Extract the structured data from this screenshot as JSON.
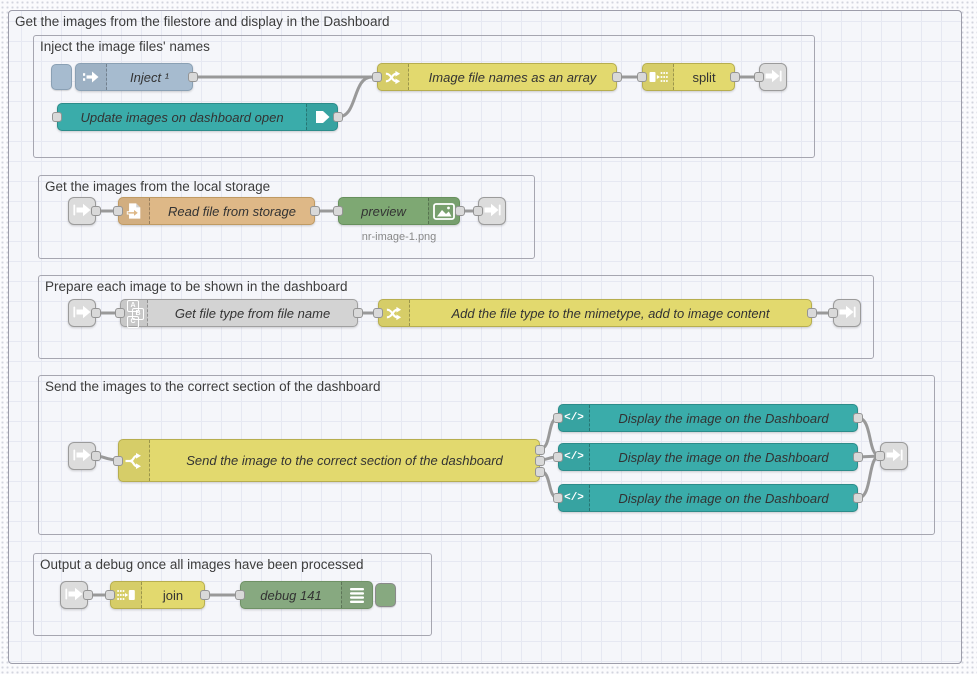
{
  "workspace": {
    "outer_group_label": "Get the images from the filestore and display in the Dashboard",
    "groups": {
      "inject_group": {
        "label": "Inject the image files' names"
      },
      "storage_group": {
        "label": "Get the images from the local storage"
      },
      "prepare_group": {
        "label": "Prepare each image to be shown in the dashboard"
      },
      "send_group": {
        "label": "Send the images to the correct section of the dashboard"
      },
      "debug_group": {
        "label": "Output a debug once all images have been processed"
      }
    },
    "nodes": {
      "inject": {
        "label": "Inject ¹"
      },
      "update_on_open": {
        "label": "Update images on dashboard open"
      },
      "filenames_fn": {
        "label": "Image file names as an array"
      },
      "split": {
        "label": "split"
      },
      "read_file": {
        "label": "Read file from storage"
      },
      "preview": {
        "label": "preview",
        "status": "nr-image-1.png"
      },
      "get_file_type": {
        "label": "Get file type from file name"
      },
      "add_mimetype": {
        "label": "Add the file type to the mimetype, add to image content"
      },
      "switch": {
        "label": "Send the image to the correct section of the dashboard"
      },
      "display": {
        "label": "Display the image on the Dashboard"
      },
      "join": {
        "label": "join"
      },
      "debug": {
        "label": "debug 141"
      }
    },
    "icons": {
      "template_glyph": "</>",
      "abc": [
        "A",
        "B",
        "C"
      ]
    },
    "colors": {
      "inject_blue": "#a6bbcf",
      "dashboard_teal": "#3aacaa",
      "function_yellow": "#e2d96e",
      "gray_node": "#d3d3d3",
      "file_tan": "#deb887",
      "debug_green": "#87a980",
      "preview_green": "#7ea873",
      "link_gray": "#dcdcdc",
      "wire_gray": "#999999"
    }
  }
}
